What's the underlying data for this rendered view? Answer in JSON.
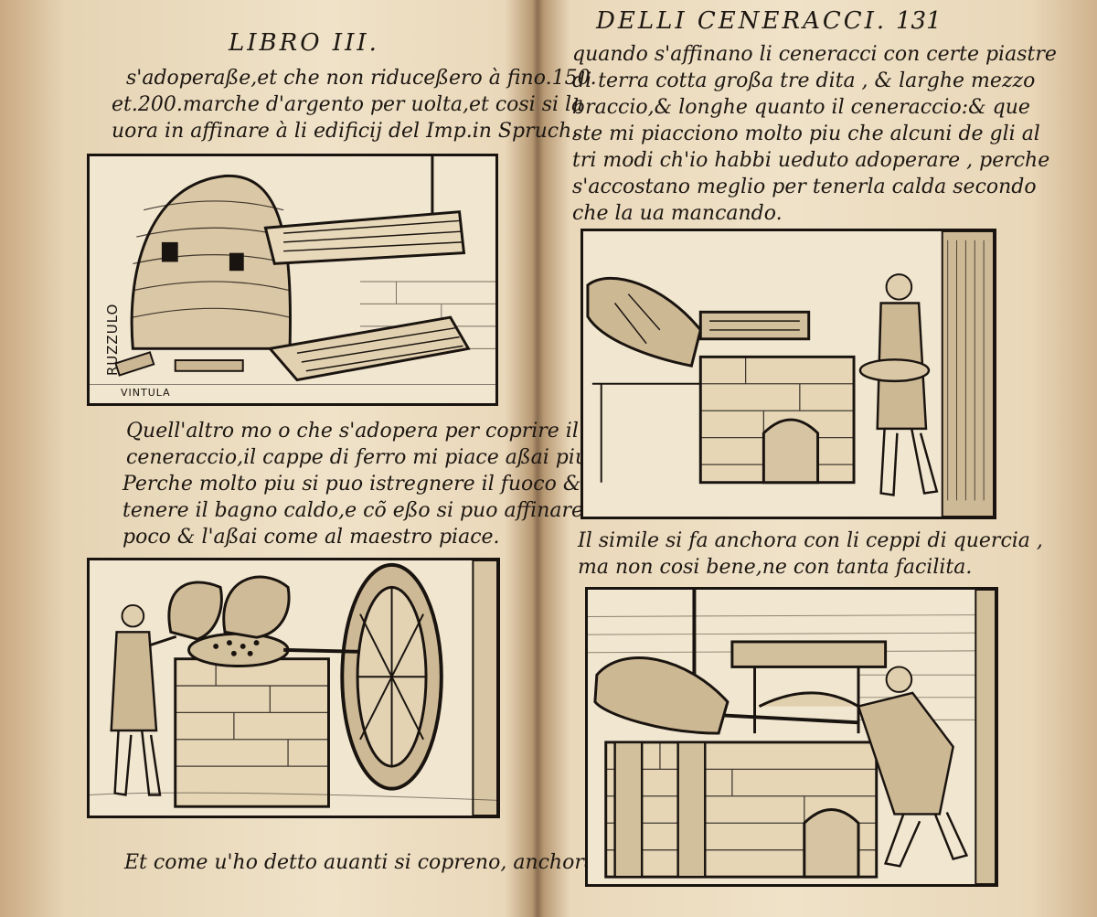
{
  "left_page": {
    "header": "LIBRO III.",
    "text_block_1": [
      "s'adoperaße,et che non riduceßero à fino.150.",
      "et.200.marche d'argento per uolta,et cosi si la",
      "uora in affinare à li edificij del Imp.in Spruch."
    ],
    "figure_1_labels": {
      "vertical": "RUZZULO",
      "bottom": "VINTULA"
    },
    "text_block_2": [
      "Quell'altro mo o che s'adopera per coprire il",
      "ceneraccio,il cappe di ferro mi piace aßai piu",
      "Perche molto piu si puo istregnere il fuoco &",
      "tenere il bagno caldo,e cõ eßo si puo affinare il",
      "poco & l'aßai come al maestro piace."
    ],
    "text_block_3": [
      "Et come u'ho detto auanti si copreno, anchora"
    ]
  },
  "right_page": {
    "header": "DELLI CENERACCI.",
    "page_number": "131",
    "text_block_1": [
      "quando s'affinano li ceneracci con certe piastre",
      "di terra cotta großa tre dita , & larghe mezzo",
      "braccio,& longhe quanto il ceneraccio:& que",
      "ste mi piacciono molto piu che alcuni de gli al",
      "tri modi ch'io habbi ueduto adoperare , perche",
      "s'accostano meglio per tenerla calda secondo",
      "che la ua mancando."
    ],
    "text_block_2": [
      "Il simile si fa anchora con li ceppi di quercia ,",
      "ma non cosi bene,ne con tanta facilita."
    ]
  }
}
